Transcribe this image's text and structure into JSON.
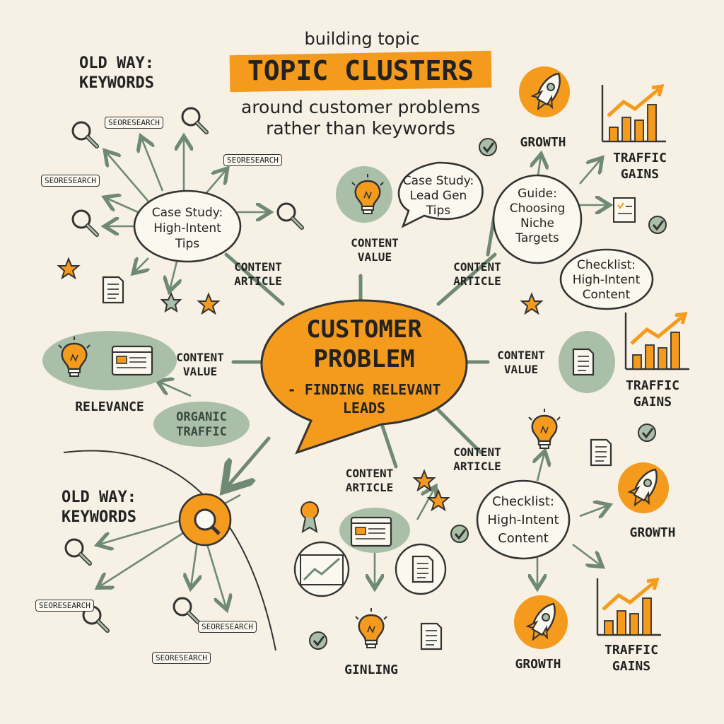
{
  "header": {
    "pre_title": "building topic",
    "title": "TOPIC CLUSTERS",
    "subtitle_line1": "around customer problems",
    "subtitle_line2": "rather than keywords"
  },
  "center": {
    "line1": "CUSTOMER",
    "line2": "PROBLEM",
    "line3": "- FINDING RELEVANT",
    "line4": "LEADS"
  },
  "sections": {
    "old_way_top": {
      "line1": "OLD WAY:",
      "line2": "KEYWORDS"
    },
    "old_way_bottom": {
      "line1": "OLD WAY:",
      "line2": "KEYWORDS"
    }
  },
  "bubbles": {
    "case_study_high_intent": [
      "Case Study:",
      "High-Intent",
      "Tips"
    ],
    "case_study_lead_gen": [
      "Case Study:",
      "Lead Gen",
      "Tips"
    ],
    "guide_niche": [
      "Guide:",
      "Choosing",
      "Niche",
      "Targets"
    ],
    "checklist_top": [
      "Checklist:",
      "High-Intent",
      "Content"
    ],
    "checklist_bottom": [
      "Checklist:",
      "High-Intent",
      "Content"
    ],
    "organic_traffic": [
      "ORGANIC",
      "TRAFFIC"
    ]
  },
  "labels": {
    "content_article_tl": [
      "CONTENT",
      "ARTICLE"
    ],
    "content_value_top": [
      "CONTENT",
      "VALUE"
    ],
    "content_article_tr": [
      "CONTENT",
      "ARTICLE"
    ],
    "content_value_left": [
      "CONTENT",
      "VALUE"
    ],
    "content_value_right": [
      "CONTENT",
      "VALUE"
    ],
    "content_article_br": [
      "CONTENT",
      "ARTICLE"
    ],
    "content_article_bottom": [
      "CONTENT",
      "ARTICLE"
    ],
    "relevance": "RELEVANCE",
    "growth_top": "GROWTH",
    "growth_mid": "GROWTH",
    "growth_bottom": "GROWTH",
    "traffic_gains_top": [
      "TRAFFIC",
      "GAINS"
    ],
    "traffic_gains_mid": [
      "TRAFFIC",
      "GAINS"
    ],
    "traffic_gains_bottom": [
      "TRAFFIC",
      "GAINS"
    ],
    "ginling": "GINLING"
  },
  "tags": {
    "seo_1": "SEORESEARCH",
    "seo_2": "SEORESEARCH",
    "seo_3": "SEORESEARCH",
    "seo_4": "SEORESEARCH",
    "seo_5": "SEORESEARCH",
    "seo_6": "SEORESEARCH"
  },
  "colors": {
    "orange": "#f49a1c",
    "sage": "#a9bfa8",
    "ink": "#222222",
    "line": "#6f8a72",
    "paper": "#f6f1e4"
  },
  "icons": [
    "magnifier-icon",
    "lightbulb-icon",
    "rocket-icon",
    "bar-chart-icon",
    "document-icon",
    "checkmark-icon",
    "star-icon",
    "browser-icon",
    "award-ribbon-icon"
  ]
}
